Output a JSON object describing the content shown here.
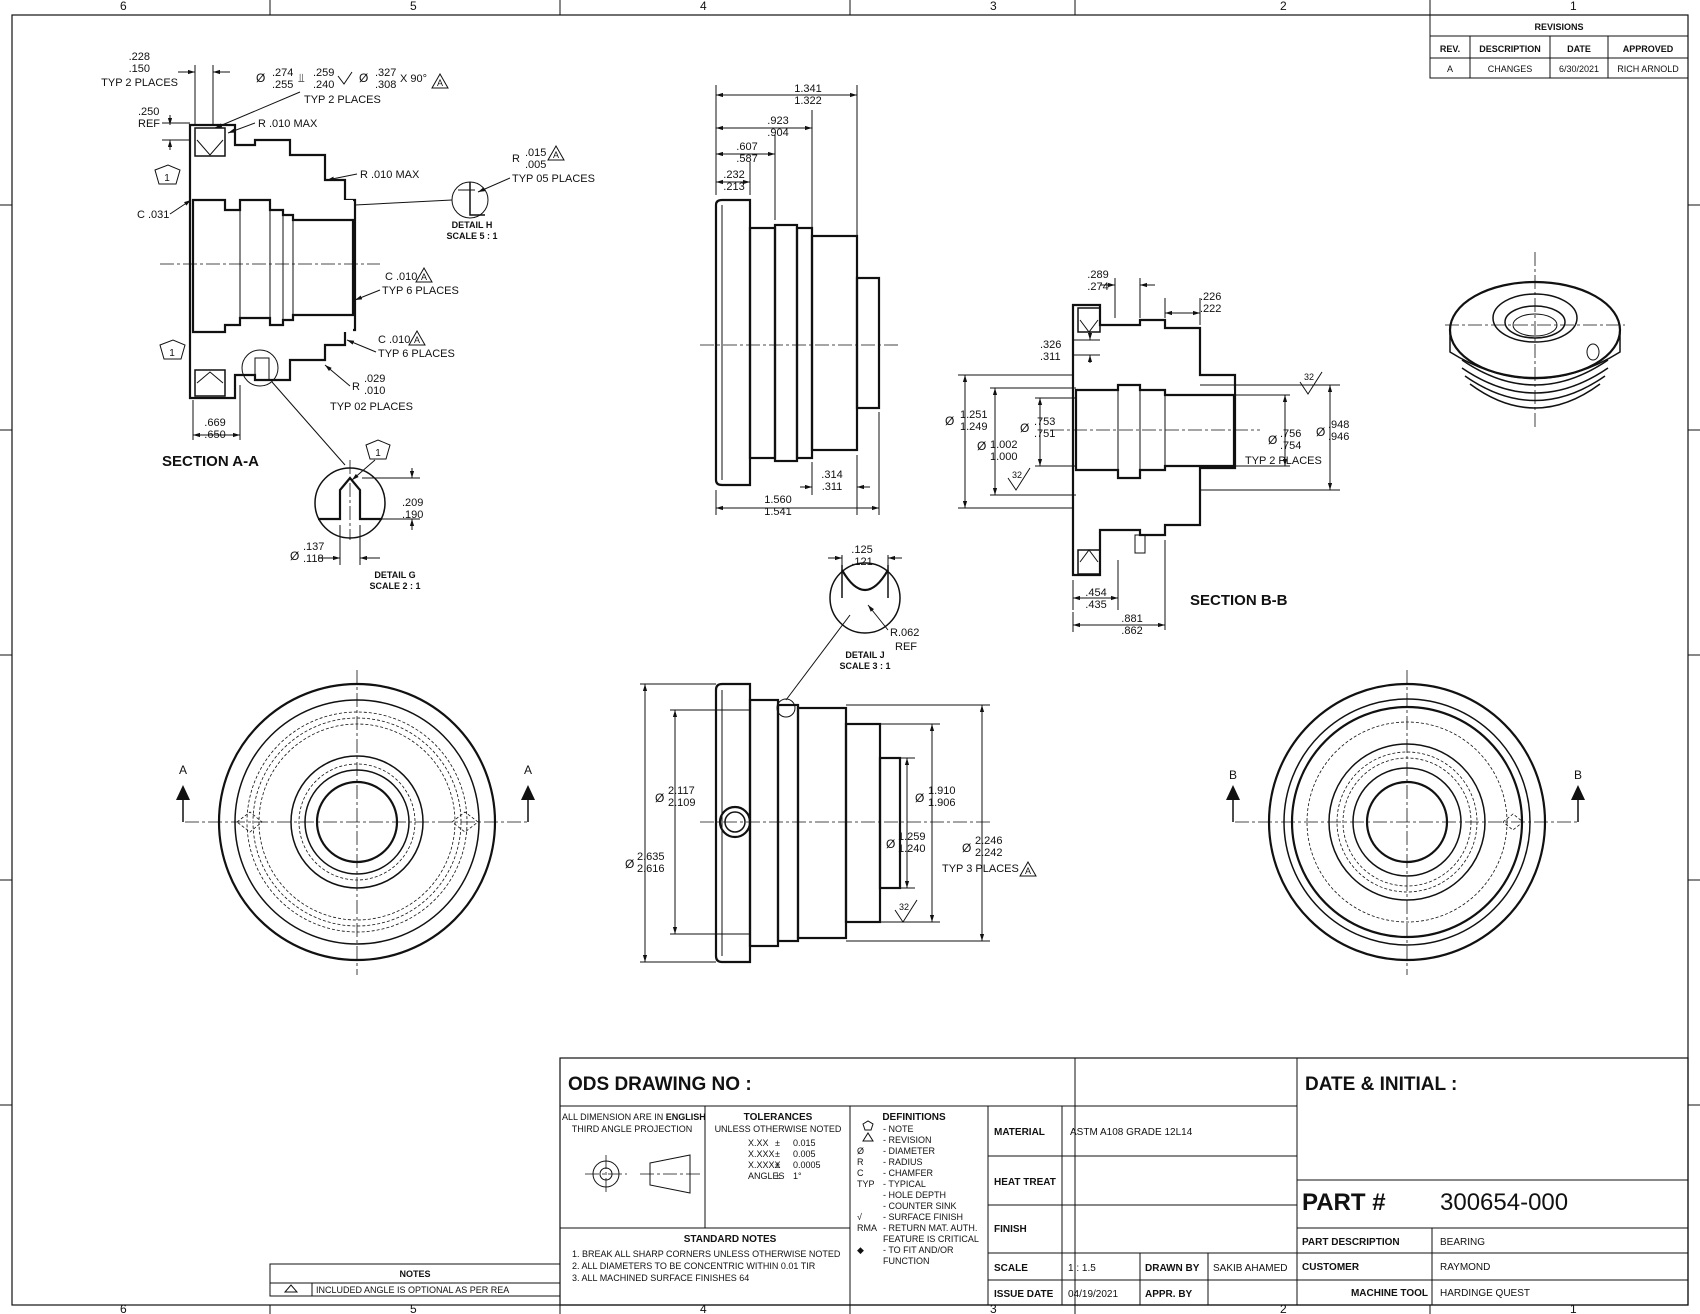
{
  "border": {
    "zones_top": [
      "6",
      "5",
      "4",
      "3",
      "2",
      "1"
    ],
    "zones_bottom": [
      "6",
      "5",
      "4",
      "3",
      "2",
      "1"
    ]
  },
  "revisions": {
    "title": "REVISIONS",
    "headers": [
      "REV.",
      "DESCRIPTION",
      "DATE",
      "APPROVED"
    ],
    "rows": [
      [
        "A",
        "CHANGES",
        "6/30/2021",
        "RICH ARNOLD"
      ]
    ]
  },
  "section_aa": {
    "title": "SECTION A-A",
    "dims": [
      ".228",
      ".150",
      "TYP 2 PLACES",
      ".274",
      ".255",
      ".259",
      ".240",
      ".327",
      ".308",
      "X 90°",
      "TYP 2 PLACES",
      ".250",
      "REF",
      "R .010 MAX",
      "R .010 MAX",
      "C .031",
      "C .010",
      "TYP 6 PLACES",
      "C .010",
      "TYP 6 PLACES",
      "R",
      ".029",
      ".010",
      "TYP 02 PLACES",
      ".669",
      ".650"
    ],
    "note_tag": "1",
    "rev_tag": "A"
  },
  "detail_h": {
    "title": "DETAIL H",
    "scale": "SCALE 5 : 1",
    "dims": [
      "R",
      ".015",
      ".005",
      "TYP 05 PLACES"
    ]
  },
  "detail_g": {
    "title": "DETAIL G",
    "scale": "SCALE 2 : 1",
    "dims": [
      ".209",
      ".190",
      ".137",
      ".118"
    ]
  },
  "side_view": {
    "dims": [
      "1.341",
      "1.322",
      ".923",
      ".904",
      ".607",
      ".587",
      ".232",
      ".213",
      ".314",
      ".311",
      "1.560",
      "1.541"
    ]
  },
  "section_bb": {
    "title": "SECTION B-B",
    "dims": [
      ".289",
      ".274",
      ".226",
      ".222",
      ".326",
      ".311",
      "1.251",
      "1.249",
      ".753",
      ".751",
      "1.002",
      "1.000",
      "32",
      ".756",
      ".754",
      "TYP 2 PLACES",
      ".948",
      ".946",
      "32",
      ".454",
      ".435",
      ".881",
      ".862"
    ]
  },
  "detail_j": {
    "title": "DETAIL J",
    "scale": "SCALE 3 : 1",
    "dims": [
      ".125",
      ".121",
      "R.062",
      "REF"
    ]
  },
  "front_view": {
    "dims": [
      "2.117",
      "2.109",
      "2.635",
      "2.616",
      "1.910",
      "1.906",
      "1.259",
      "1.240",
      "2.246",
      "2.242",
      "TYP 3 PLACES",
      "32"
    ]
  },
  "end_views": {
    "left_marks": [
      "A",
      "A"
    ],
    "right_marks": [
      "B",
      "B"
    ]
  },
  "notes": {
    "title": "NOTES",
    "items": [
      "INCLUDED ANGLE IS OPTIONAL AS PER REA"
    ]
  },
  "title_block": {
    "drawing_no_label": "ODS DRAWING NO :",
    "date_initial_label": "DATE & INITIAL :",
    "units_line1_a": "ALL DIMENSION ARE IN ",
    "units_line1_b": "ENGLISH",
    "units_line2": "THIRD ANGLE PROJECTION",
    "tolerances_title": "TOLERANCES",
    "tolerances_sub": "UNLESS OTHERWISE NOTED",
    "tolerances": [
      [
        "X.XX",
        "±",
        "0.015"
      ],
      [
        "X.XXX",
        "±",
        "0.005"
      ],
      [
        "X.XXXX",
        "±",
        "0.0005"
      ],
      [
        "ANGLES",
        "±",
        "1°"
      ]
    ],
    "standard_notes_title": "STANDARD NOTES",
    "standard_notes": [
      "1. BREAK ALL SHARP CORNERS UNLESS OTHERWISE NOTED",
      "2. ALL DIAMETERS TO BE CONCENTRIC WITHIN 0.01 TIR",
      "3. ALL MACHINED SURFACE FINISHES 64"
    ],
    "definitions_title": "DEFINITIONS",
    "definitions": [
      [
        "",
        "- NOTE"
      ],
      [
        "",
        "- REVISION"
      ],
      [
        "Ø",
        "- DIAMETER"
      ],
      [
        "R",
        "- RADIUS"
      ],
      [
        "C",
        "- CHAMFER"
      ],
      [
        "TYP",
        "- TYPICAL"
      ],
      [
        "",
        "- HOLE DEPTH"
      ],
      [
        "",
        "- COUNTER SINK"
      ],
      [
        "√",
        "- SURFACE FINISH"
      ],
      [
        "RMA",
        "- RETURN MAT. AUTH."
      ],
      [
        "",
        "FEATURE IS CRITICAL"
      ],
      [
        "◆",
        "- TO FIT AND/OR"
      ],
      [
        "",
        "FUNCTION"
      ]
    ],
    "material_label": "MATERIAL",
    "material_value": "ASTM A108 GRADE 12L14",
    "heat_treat_label": "HEAT TREAT",
    "heat_treat_value": "",
    "finish_label": "FINISH",
    "finish_value": "",
    "scale_label": "SCALE",
    "scale_value": "1 : 1.5",
    "drawn_by_label": "DRAWN BY",
    "drawn_by_value": "SAKIB AHAMED",
    "issue_date_label": "ISSUE DATE",
    "issue_date_value": "04/19/2021",
    "appr_by_label": "APPR. BY",
    "appr_by_value": "",
    "part_no_label": "PART #",
    "part_no_value": "300654-000",
    "part_desc_label": "PART DESCRIPTION",
    "part_desc_value": "BEARING",
    "customer_label": "CUSTOMER",
    "customer_value": "RAYMOND",
    "machine_tool_label": "MACHINE TOOL",
    "machine_tool_value": "HARDINGE QUEST"
  }
}
